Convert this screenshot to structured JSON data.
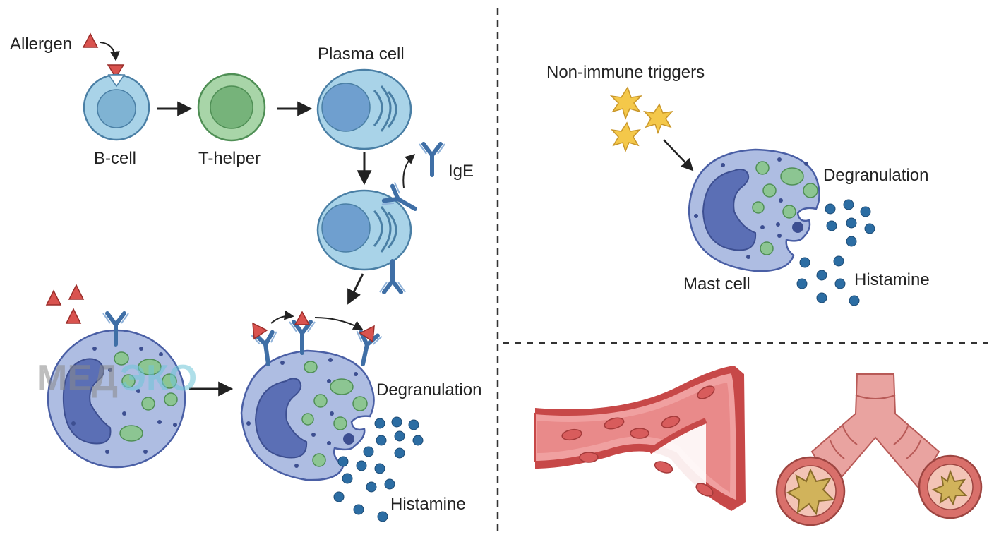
{
  "labels": {
    "allergen": "Allergen",
    "b_cell": "B-cell",
    "t_helper": "T-helper",
    "plasma_cell": "Plasma cell",
    "ige": "IgE",
    "degranulation_left": "Degranulation",
    "histamine_left": "Histamine",
    "non_immune_triggers": "Non-immune triggers",
    "degranulation_right": "Degranulation",
    "mast_cell": "Mast cell",
    "histamine_right": "Histamine"
  },
  "watermark": {
    "text_a": "МЕД",
    "text_b": "ЭКО"
  },
  "colors": {
    "allergen": "#d9534f",
    "b_cell_fill": "#a9d3e8",
    "t_cell_fill": "#a8d5a8",
    "plasma_fill": "#a9d3e8",
    "mast_fill": "#aebde2",
    "nucleus": "#5b6fb5",
    "granule": "#8cc592",
    "histamine": "#2c6da3",
    "antibody": "#3f6fa6",
    "trigger": "#f4c84a",
    "vessel": "#e98a8a",
    "airway": "#e9a3a0"
  }
}
